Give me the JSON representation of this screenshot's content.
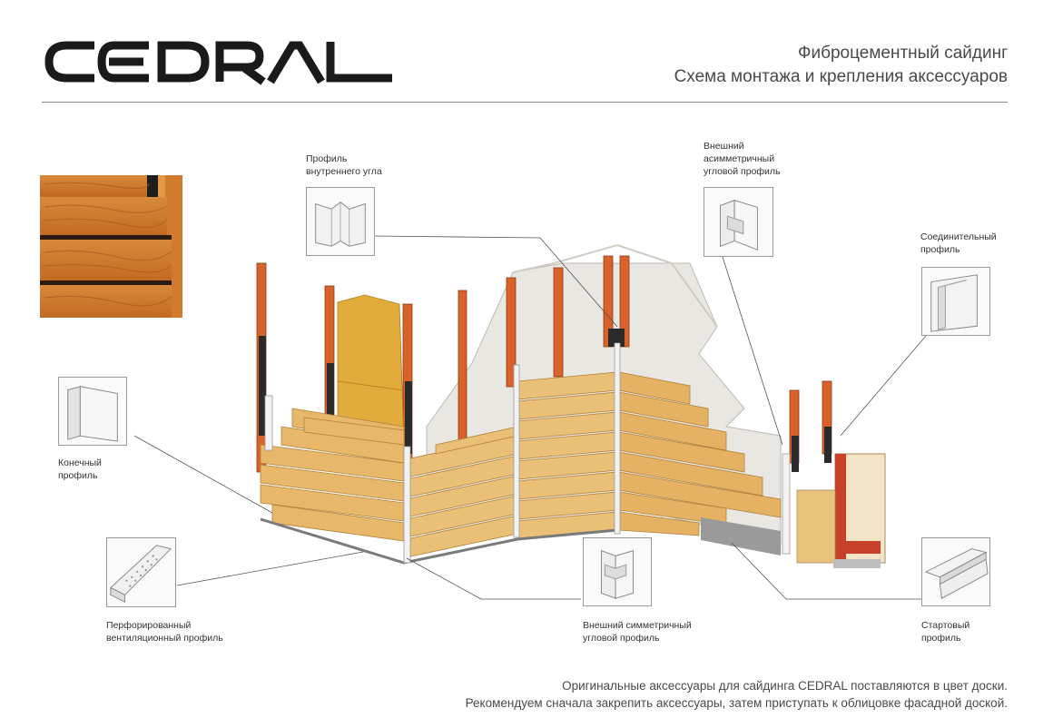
{
  "brand": {
    "name": "CEDRAL"
  },
  "header": {
    "line1": "Фиброцементный сайдинг",
    "line2": "Схема монтажа и крепления аксессуаров"
  },
  "callouts": {
    "inner_corner": "Профиль\nвнутреннего угла",
    "outer_asym": "Внешний\nасимметричный\nугловой профиль",
    "connector": "Соединительный\nпрофиль",
    "end_profile": "Конечный\nпрофиль",
    "ventilation": "Перфорированный\nвентиляционный профиль",
    "outer_sym": "Внешний симметричный\nугловой профиль",
    "starter": "Стартовый\nпрофиль"
  },
  "footer": {
    "line1": "Оригинальные аксессуары для сайдинга CEDRAL поставляются в цвет доски.",
    "line2": "Рекомендуем сначала закрепить аксессуары, затем приступать к облицовке фасадной доской."
  },
  "colors": {
    "board": "#e8b86a",
    "board_dark": "#c98e3c",
    "batten": "#d9622a",
    "wall": "#e9e7e2",
    "profile": "#f2f2f2"
  }
}
